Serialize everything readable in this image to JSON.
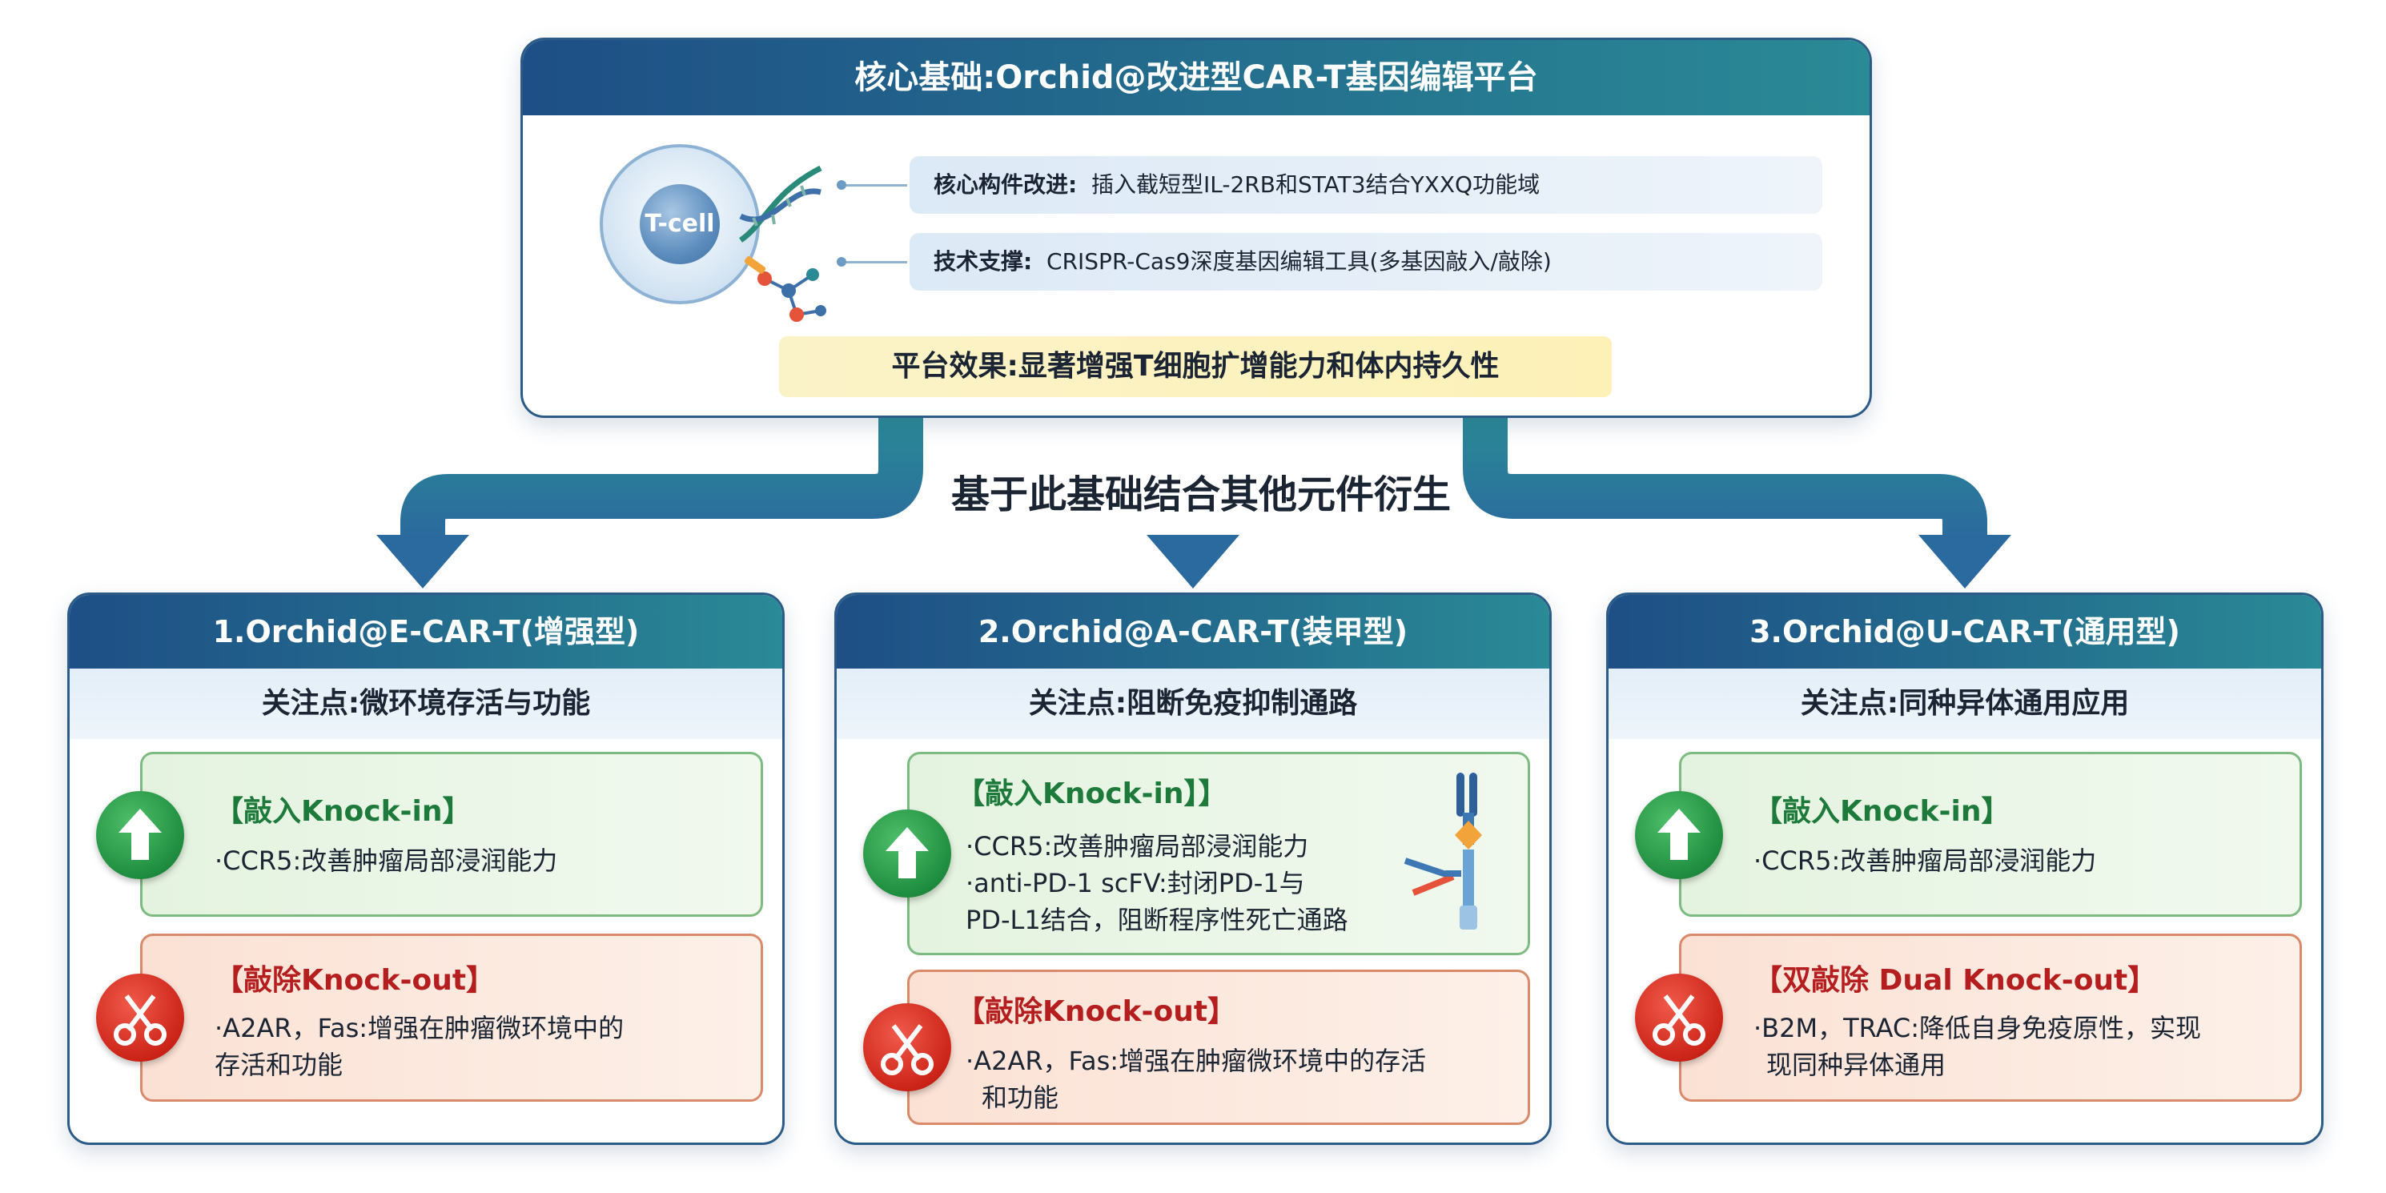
{
  "top": {
    "title": "核心基础:Orchid@改进型CAR-T基因编辑平台",
    "cell_label": "T-cell",
    "row1_label": "核心构件改进:",
    "row1_text": "插入截短型IL-2RB和STAT3结合YXXQ功能域",
    "row2_label": "技术支撑:",
    "row2_text": "CRISPR-Cas9深度基因编辑工具(多基因敲入/敲除)",
    "effect": "平台效果:显著增强T细胞扩增能力和体内持久性"
  },
  "connector_label": "基于此基础结合其他元件衍生",
  "cards": [
    {
      "title": "1.Orchid@E-CAR-T(增强型)",
      "focus": "关注点:微环境存活与功能",
      "ki_title": "【敲入Knock-in】",
      "ki_lines": [
        "·CCR5:改善肿瘤局部浸润能力"
      ],
      "ko_title": "【敲除Knock-out】",
      "ko_lines": [
        "·A2AR，Fas:增强在肿瘤微环境中的",
        "存活和功能"
      ]
    },
    {
      "title": "2.Orchid@A-CAR-T(装甲型)",
      "focus": "关注点:阻断免疫抑制通路",
      "ki_title": "【敲入Knock-in】】",
      "ki_lines": [
        "·CCR5:改善肿瘤局部浸润能力",
        "·anti-PD-1 scFV:封闭PD-1与",
        "PD-L1结合，阻断程序性死亡通路"
      ],
      "ko_title": "【敲除Knock-out】",
      "ko_lines": [
        "·A2AR，Fas:增强在肿瘤微环境中的存活",
        "和功能"
      ]
    },
    {
      "title": "3.Orchid@U-CAR-T(通用型)",
      "focus": "关注点:同种异体通用应用",
      "ki_title": "【敲入Knock-in】",
      "ki_lines": [
        "·CCR5:改善肿瘤局部浸润能力"
      ],
      "ko_title": "【双敲除 Dual Knock-out】",
      "ko_lines": [
        "·B2M，TRAC:降低自身免疫原性，实现",
        "现同种异体通用"
      ]
    }
  ],
  "icons": {
    "cell": "t-cell-icon",
    "dna": "dna-helix-icon",
    "molecule": "molecule-editing-icon",
    "knock_in": "up-arrow-icon",
    "knock_out": "scissors-icon",
    "antibody": "antibody-receptor-icon"
  },
  "colors": {
    "header": "#1e4f86",
    "knock_in": "#1d7a3a",
    "knock_out": "#b51e1e",
    "effect_bg": "#fdf1b8"
  }
}
